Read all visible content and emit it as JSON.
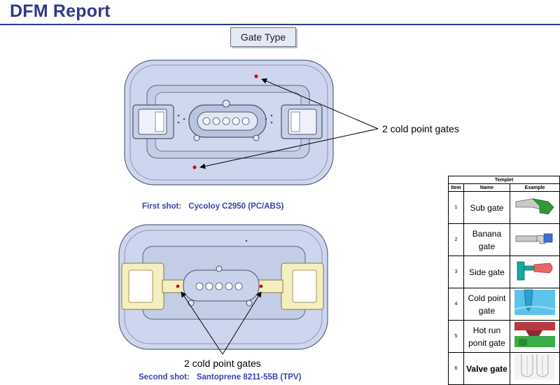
{
  "header": {
    "title": "DFM Report"
  },
  "gate_type_button": {
    "label": "Gate Type"
  },
  "first_shot": {
    "label": "First shot:",
    "material": "Cycoloy C2950 (PC/ABS)",
    "callout": "2 cold point gates"
  },
  "second_shot": {
    "label": "Second shot:",
    "material": "Santoprene 8211-55B (TPV)",
    "callout": "2 cold point gates"
  },
  "templet": {
    "title": "Templet",
    "headers": {
      "item": "Item",
      "name": "Name",
      "example": "Example"
    },
    "rows": [
      {
        "item": "1",
        "name": "Sub gate",
        "example_icon": "sub-gate-icon"
      },
      {
        "item": "2",
        "name": "Banana gate",
        "example_icon": "banana-gate-icon"
      },
      {
        "item": "3",
        "name": "Side gate",
        "example_icon": "side-gate-icon"
      },
      {
        "item": "4",
        "name": "Cold point gate",
        "example_icon": "cold-point-gate-icon"
      },
      {
        "item": "5",
        "name": "Hot run ponit gate",
        "example_icon": "hot-runner-gate-icon"
      },
      {
        "item": "6",
        "name": "Valve gate",
        "example_icon": "valve-gate-icon"
      }
    ]
  },
  "colors": {
    "title": "#2d3a8c",
    "caption": "#3a43b0",
    "part_fill": "#cdd6ee",
    "overmold_fill": "#f5efc0",
    "gate_mark": "#cc1111"
  }
}
